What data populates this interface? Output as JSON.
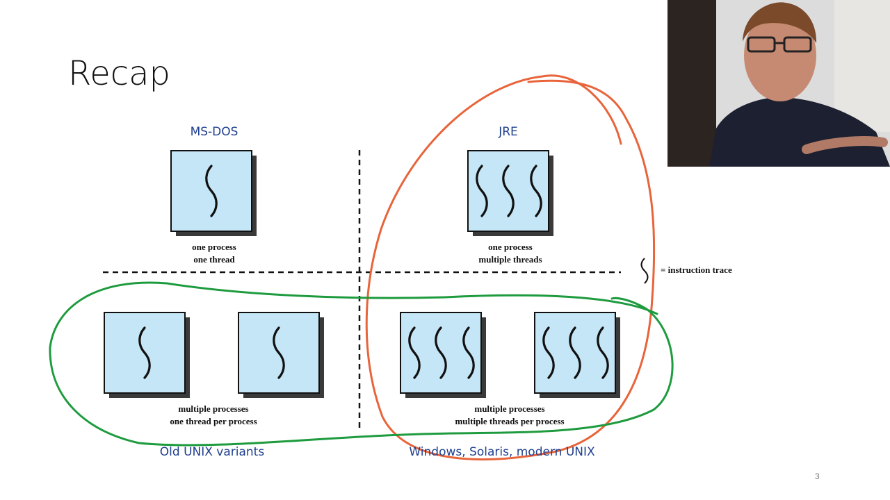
{
  "slide": {
    "title": "Recap",
    "page_number": "3"
  },
  "quadrant_labels": {
    "top_left": "MS-DOS",
    "top_right": "JRE",
    "bottom_left": "Old UNIX variants",
    "bottom_right": "Windows, Solaris, modern UNIX"
  },
  "captions": {
    "top_left": [
      "one process",
      "one thread"
    ],
    "top_right": [
      "one process",
      "multiple threads"
    ],
    "bottom_left": [
      "multiple processes",
      "one thread per process"
    ],
    "bottom_right": [
      "multiple processes",
      "multiple threads per process"
    ]
  },
  "legend": {
    "text": "= instruction trace"
  },
  "annotations": {
    "orange_color": "#e8643a",
    "green_color": "#1e9b3e"
  },
  "colors": {
    "box_fill": "#c5e6f7",
    "box_shadow": "#3a3a3a",
    "label_blue": "#1f3f8f"
  }
}
